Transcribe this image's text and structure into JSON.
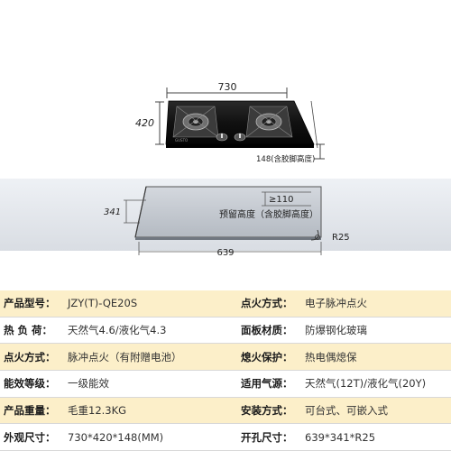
{
  "top_view": {
    "width_label": "730",
    "depth_label": "420",
    "height_label": "148(含胶脚高度)",
    "brand_mark": "GUSTO"
  },
  "cutout_view": {
    "height_label": "341",
    "clearance_label": "≥110",
    "reserve_note": "预留高度（含胶脚高度）",
    "radius_label": "R25",
    "width_label": "639"
  },
  "specs": [
    [
      {
        "k": "产品型号：",
        "v": "JZY(T)-QE20S"
      },
      {
        "k": "点火方式：",
        "v": "电子脉冲点火"
      }
    ],
    [
      {
        "k": "热 负 荷：",
        "v": "天然气4.6/液化气4.3"
      },
      {
        "k": "面板材质：",
        "v": "防爆钢化玻璃"
      }
    ],
    [
      {
        "k": "点火方式：",
        "v": "脉冲点火（有附赠电池）"
      },
      {
        "k": "熄火保护：",
        "v": "热电偶熄保"
      }
    ],
    [
      {
        "k": "能效等级：",
        "v": "一级能效"
      },
      {
        "k": "适用气源：",
        "v": "天然气(12T)/液化气(20Y)"
      }
    ],
    [
      {
        "k": "产品重量：",
        "v": "毛重12.3KG"
      },
      {
        "k": "安装方式：",
        "v": "可台式、可嵌入式"
      }
    ],
    [
      {
        "k": "外观尺寸：",
        "v": "730*420*148(MM)"
      },
      {
        "k": "开孔尺寸：",
        "v": "639*341*R25"
      }
    ]
  ]
}
